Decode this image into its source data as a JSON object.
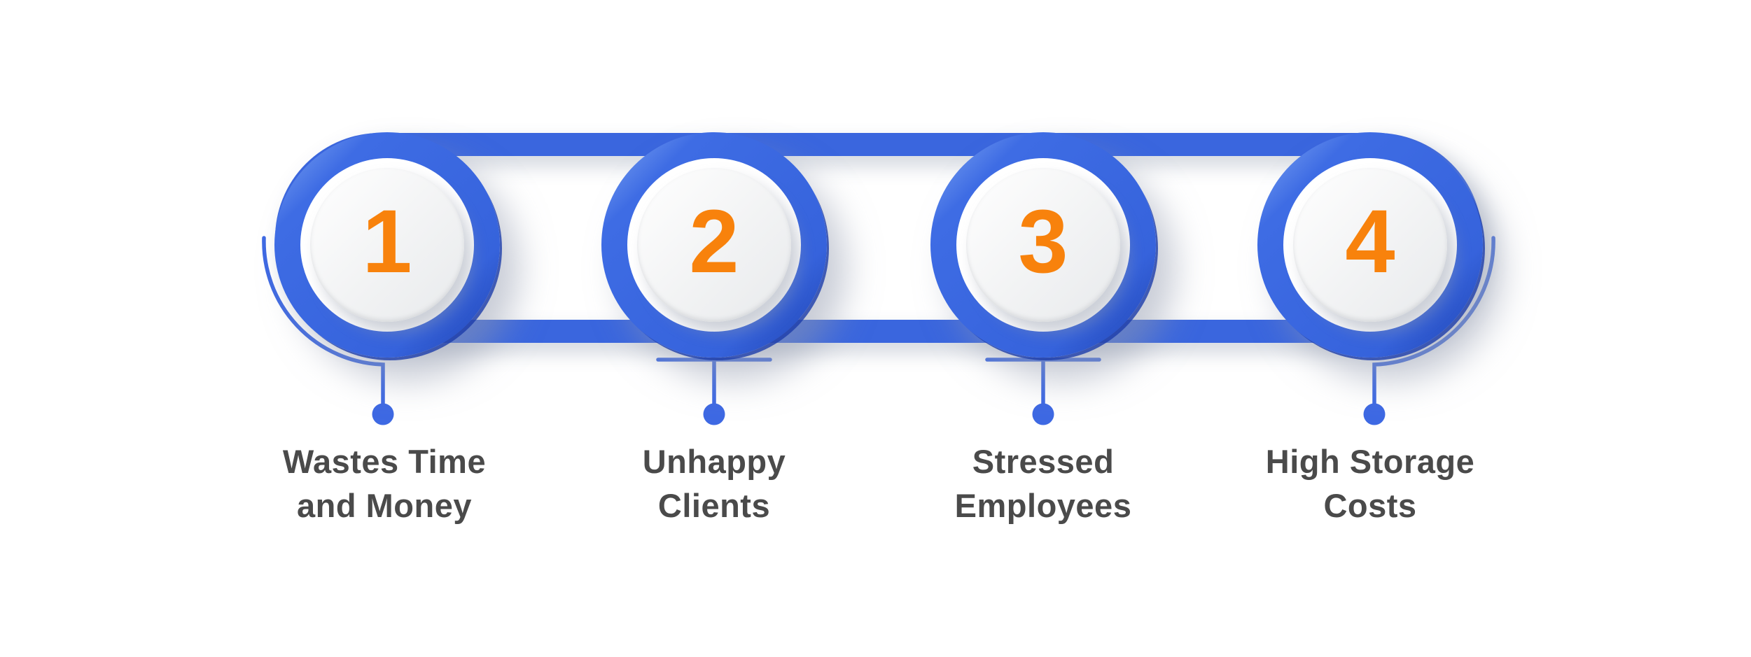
{
  "colors": {
    "band_blue": "#3A66DE",
    "connector_blue": "#3E69E3",
    "number_orange": "#F8820C",
    "label_gray": "#4A4A4A",
    "inner_circle_gray": "#F0F2F3",
    "canvas_bg": "#FFFFFF"
  },
  "steps": [
    {
      "number": "1",
      "label": "Wastes Time\nand Money",
      "connector": "arc-left"
    },
    {
      "number": "2",
      "label": "Unhappy\nClients",
      "connector": "tee"
    },
    {
      "number": "3",
      "label": "Stressed\nEmployees",
      "connector": "tee"
    },
    {
      "number": "4",
      "label": "High Storage\nCosts",
      "connector": "arc-right"
    }
  ]
}
